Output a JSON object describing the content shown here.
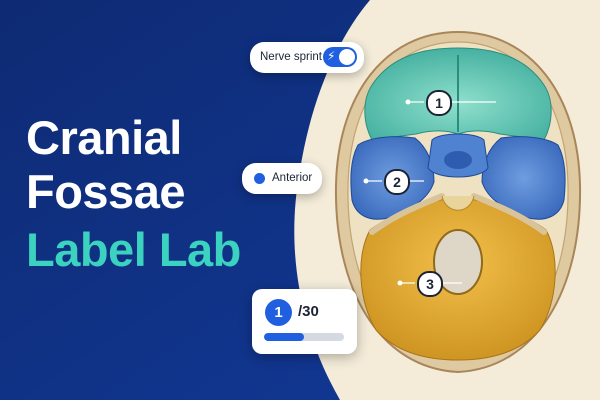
{
  "title": {
    "line1": "Cranial",
    "line2": "Fossae",
    "line3": "Label Lab"
  },
  "mode_toggle": {
    "label": "Nerve sprint",
    "on": true,
    "icon": "lightning-bolt-icon"
  },
  "region_chip": {
    "label": "Anterior",
    "dot_color": "#1f5fe0"
  },
  "score": {
    "current": "1",
    "total": "/30",
    "progress_fraction": 0.5
  },
  "markers": [
    {
      "number": "1",
      "region": "anterior-fossa",
      "color": "#5cc8b4"
    },
    {
      "number": "2",
      "region": "middle-fossa",
      "color": "#3f77cc"
    },
    {
      "number": "3",
      "region": "posterior-fossa",
      "color": "#e3ad2e"
    }
  ],
  "colors": {
    "navy_background": "#0f2f80",
    "cream_background": "#f4ecd9",
    "accent_teal": "#3bd2bf",
    "accent_blue": "#1f5fe0"
  }
}
